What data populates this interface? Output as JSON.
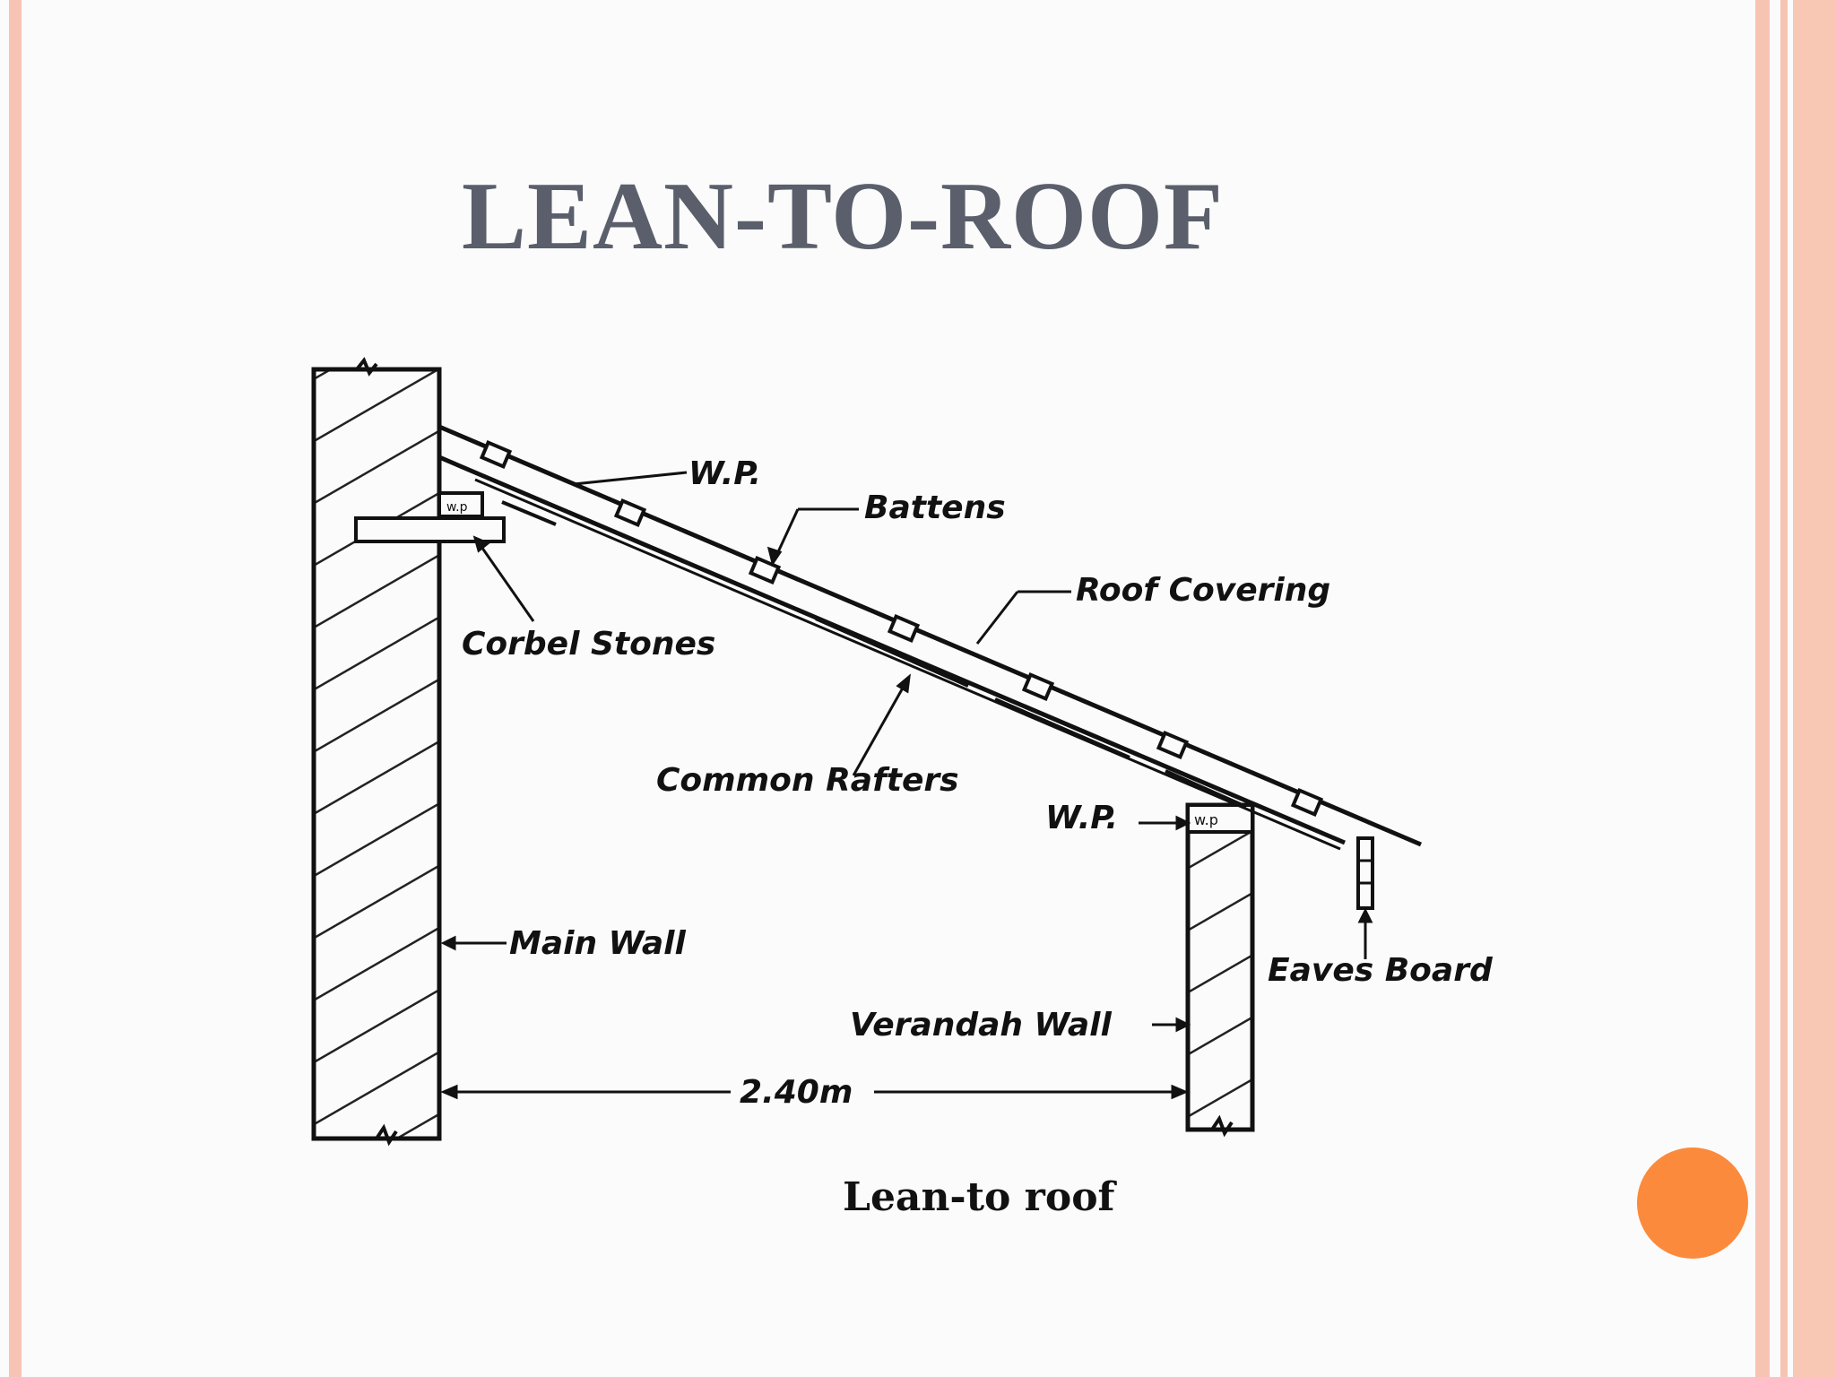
{
  "slide": {
    "title": "LEAN-TO-ROOF"
  },
  "diagram": {
    "labels": {
      "wp_top": "W.P.",
      "battens": "Battens",
      "roof_covering": "Roof Covering",
      "corbel_stones": "Corbel Stones",
      "common_rafters": "Common Rafters",
      "wp_bottom": "W.P.",
      "main_wall": "Main Wall",
      "eaves_board": "Eaves Board",
      "verandah_wall": "Verandah Wall",
      "span": "2.40m"
    },
    "caption": "Lean-to roof"
  },
  "colors": {
    "accent_dot": "#fb8a3c",
    "border": "#f7c4b4",
    "title": "#5a5f6b"
  }
}
